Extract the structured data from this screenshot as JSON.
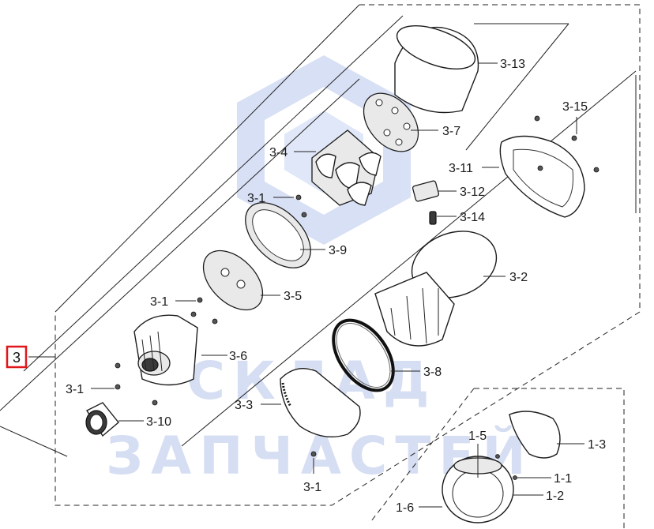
{
  "watermark": {
    "line1": "СКЛАД",
    "line2": "ЗАПЧАСТЕЙ",
    "color": "#c9d3ef"
  },
  "assembly": {
    "main_label": "3",
    "main_label_color": "#e0161b"
  },
  "labels": {
    "p3_13": "3-13",
    "p3_15": "3-15",
    "p3_7": "3-7",
    "p3_4": "3-4",
    "p3_11": "3-11",
    "p3_12": "3-12",
    "p3_1_a": "3-1",
    "p3_14": "3-14",
    "p3_9": "3-9",
    "p3_2": "3-2",
    "p3_1_b": "3-1",
    "p3_5": "3-5",
    "p3_6": "3-6",
    "p3_8": "3-8",
    "p3_1_c": "3-1",
    "p3_3": "3-3",
    "p3_10": "3-10",
    "p3_1_d": "3-1",
    "p1_5": "1-5",
    "p1_3": "1-3",
    "p1_1": "1-1",
    "p1_2": "1-2",
    "p1_6": "1-6"
  }
}
